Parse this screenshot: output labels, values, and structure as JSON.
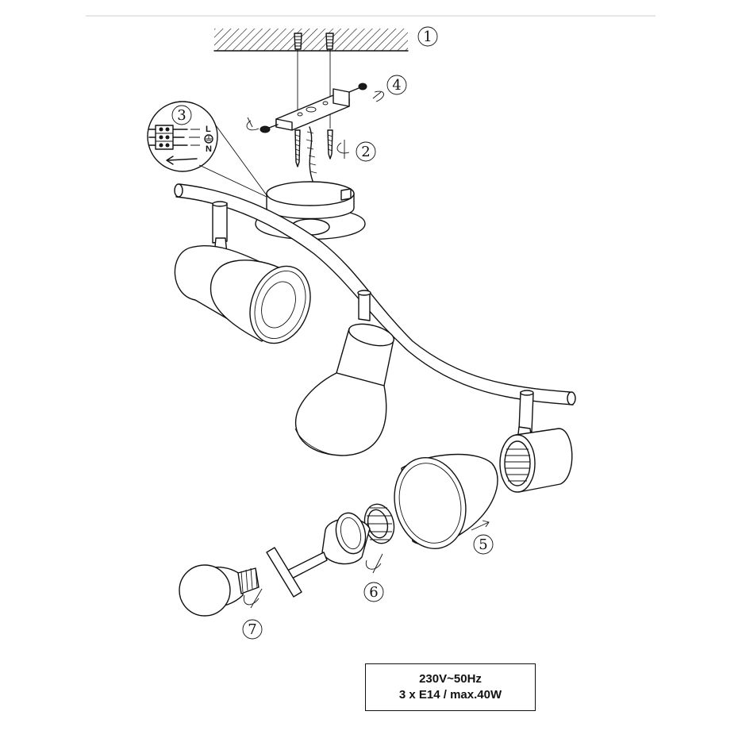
{
  "header": {
    "rule_color": "#e6e6e6"
  },
  "steps": [
    {
      "number": "1",
      "meaning": "ceiling"
    },
    {
      "number": "2",
      "meaning": "screws-and-anchors"
    },
    {
      "number": "3",
      "meaning": "wiring-detail"
    },
    {
      "number": "4",
      "meaning": "mounting-bracket"
    },
    {
      "number": "5",
      "meaning": "shade"
    },
    {
      "number": "6",
      "meaning": "lamp-holder-ring"
    },
    {
      "number": "7",
      "meaning": "bulb"
    }
  ],
  "wiring": {
    "live": "L",
    "neutral": "N",
    "earth_icon": "earth-icon"
  },
  "spec": {
    "line1": "230V~50Hz",
    "line2": "3 x E14 / max.40W"
  },
  "colors": {
    "line": "#111111",
    "background": "#ffffff"
  }
}
